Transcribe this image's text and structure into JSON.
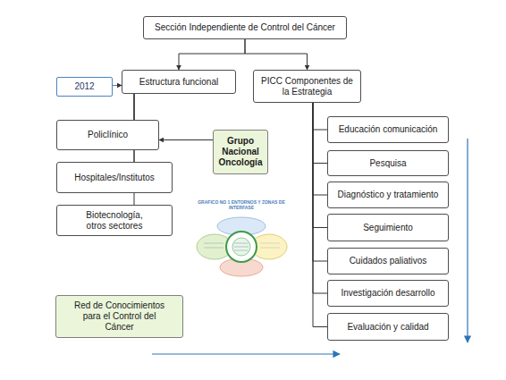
{
  "diagram": {
    "nodes": [
      {
        "text": [
          "Sección Independiente de Control del Cáncer"
        ]
      },
      {
        "text": [
          "2012"
        ]
      },
      {
        "text": [
          "Estructura funcional"
        ]
      },
      {
        "text": [
          "PICC Componentes de la Estrategia"
        ]
      },
      {
        "text": [
          "Policlínico"
        ]
      },
      {
        "text": [
          "Hospitales/Institutos"
        ]
      },
      {
        "text": [
          "Biotecnología, otros sectores"
        ]
      },
      {
        "text": [
          "Grupo Nacional Oncología"
        ]
      },
      {
        "text": [
          "Educación comunicación"
        ]
      },
      {
        "text": [
          "Pesquisa"
        ]
      },
      {
        "text": [
          "Diagnóstico y tratamiento"
        ]
      },
      {
        "text": [
          "Seguimiento"
        ]
      },
      {
        "text": [
          "Cuidados paliativos"
        ]
      },
      {
        "text": [
          "Investigación desarrollo"
        ]
      },
      {
        "text": [
          "Evaluación y calidad"
        ]
      },
      {
        "text": [
          "Red de Conocimientos para el Control del Cáncer"
        ]
      }
    ],
    "edges": [
      {
        "from": 0,
        "to": 2,
        "arrow": "to"
      },
      {
        "from": 0,
        "to": 3,
        "arrow": "to"
      },
      {
        "from": 1,
        "to": 2,
        "arrow": "to"
      },
      {
        "from": 2,
        "to": 4,
        "arrow": "none"
      },
      {
        "from": 2,
        "to": 5,
        "arrow": "none"
      },
      {
        "from": 2,
        "to": 6,
        "arrow": "none"
      },
      {
        "from": 7,
        "to": 4,
        "arrow": "to"
      },
      {
        "from": 3,
        "to": 8,
        "arrow": "none"
      },
      {
        "from": 3,
        "to": 9,
        "arrow": "none"
      },
      {
        "from": 3,
        "to": 10,
        "arrow": "none"
      },
      {
        "from": 3,
        "to": 11,
        "arrow": "none"
      },
      {
        "from": 3,
        "to": 12,
        "arrow": "none"
      },
      {
        "from": 3,
        "to": 13,
        "arrow": "none"
      },
      {
        "from": 3,
        "to": 14,
        "arrow": "none"
      }
    ],
    "labels": [
      "GRAFICO NO 1 ENTORNOS Y ZONAS DE INTERFASE"
    ]
  }
}
